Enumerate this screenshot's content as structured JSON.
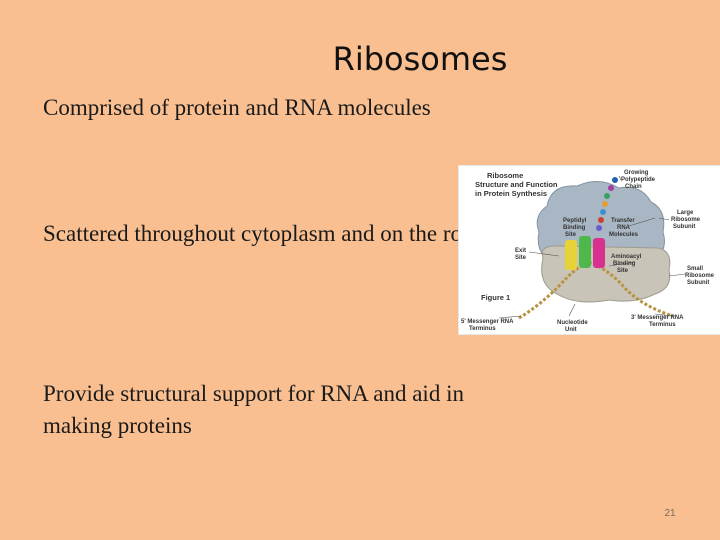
{
  "slide": {
    "title": "Ribosomes",
    "bullets": [
      "Comprised of protein and RNA molecules",
      "Scattered throughout cytoplasm and on the rough ER.",
      "Provide structural support for RNA and aid in making proteins"
    ],
    "page_number": "21"
  },
  "figure": {
    "heading": [
      "Ribosome",
      "Structure and Function",
      "in Protein Synthesis"
    ],
    "labels": {
      "growing_chain": [
        "Growing",
        "Polypeptide",
        "Chain"
      ],
      "peptidyl_site": [
        "Peptidyl",
        "Binding",
        "Site"
      ],
      "transfer_rna": [
        "Transfer",
        "RNA",
        "Molecules"
      ],
      "large_subunit": [
        "Large",
        "Ribosome",
        "Subunit"
      ],
      "exit_site": [
        "Exit",
        "Site"
      ],
      "aminoacyl_site": [
        "Aminoacyl",
        "Binding",
        "Site"
      ],
      "small_subunit": [
        "Small",
        "Ribosome",
        "Subunit"
      ],
      "figure_label": "Figure 1",
      "mrna_5": [
        "5' Messenger RNA",
        "Terminus"
      ],
      "mrna_3": [
        "3' Messenger RNA",
        "Terminus"
      ],
      "nucleotide_unit": [
        "Nucleotide",
        "Unit"
      ]
    }
  },
  "colors": {
    "background": "#f9bf90",
    "large_subunit": "#a9b7c4",
    "small_subunit": "#c8c4b8",
    "trna_yellow": "#e8d23a",
    "trna_green": "#4fb84a",
    "trna_magenta": "#d9318f",
    "mrna": "#b8923e"
  }
}
